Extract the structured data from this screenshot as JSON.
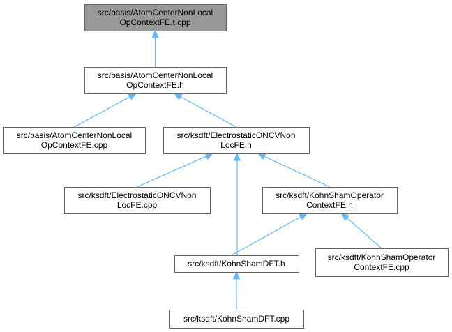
{
  "diagram": {
    "colors": {
      "node_fill": "#ffffff",
      "highlight_fill": "#999999",
      "node_border": "#666666",
      "edge": "#63b8ff"
    },
    "nodes": [
      {
        "id": "n0",
        "lines": [
          "src/basis/AtomCenterNonLocal",
          "OpContextFE.t.cpp"
        ],
        "highlighted": true
      },
      {
        "id": "n1",
        "lines": [
          "src/basis/AtomCenterNonLocal",
          "OpContextFE.h"
        ]
      },
      {
        "id": "n2",
        "lines": [
          "src/basis/AtomCenterNonLocal",
          "OpContextFE.cpp"
        ]
      },
      {
        "id": "n3",
        "lines": [
          "src/ksdft/ElectrostaticONCVNon",
          "LocFE.h"
        ]
      },
      {
        "id": "n4",
        "lines": [
          "src/ksdft/ElectrostaticONCVNon",
          "LocFE.cpp"
        ]
      },
      {
        "id": "n5",
        "lines": [
          "src/ksdft/KohnShamOperator",
          "ContextFE.h"
        ]
      },
      {
        "id": "n6",
        "lines": [
          "src/ksdft/KohnShamDFT.h"
        ]
      },
      {
        "id": "n7",
        "lines": [
          "src/ksdft/KohnShamOperator",
          "ContextFE.cpp"
        ]
      },
      {
        "id": "n8",
        "lines": [
          "src/ksdft/KohnShamDFT.cpp"
        ]
      }
    ],
    "edges": [
      {
        "from": "n1",
        "to": "n0"
      },
      {
        "from": "n2",
        "to": "n1"
      },
      {
        "from": "n3",
        "to": "n1"
      },
      {
        "from": "n4",
        "to": "n3"
      },
      {
        "from": "n6",
        "to": "n3"
      },
      {
        "from": "n5",
        "to": "n3"
      },
      {
        "from": "n6",
        "to": "n5"
      },
      {
        "from": "n7",
        "to": "n5"
      },
      {
        "from": "n8",
        "to": "n6"
      }
    ]
  }
}
